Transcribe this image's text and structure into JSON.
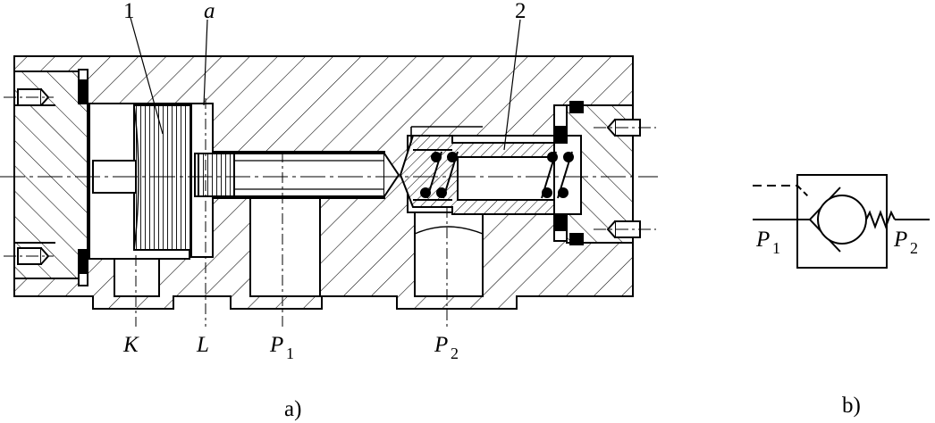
{
  "figure_a": {
    "caption": "a)",
    "callouts": {
      "part_1": "1",
      "part_a": "a",
      "part_2": "2"
    },
    "ports": {
      "K": "K",
      "L": "L",
      "P1": {
        "main": "P",
        "sub": "1"
      },
      "P2": {
        "main": "P",
        "sub": "2"
      }
    }
  },
  "figure_b": {
    "caption": "b)",
    "ports": {
      "P1": {
        "main": "P",
        "sub": "1"
      },
      "P2": {
        "main": "P",
        "sub": "2"
      }
    }
  }
}
